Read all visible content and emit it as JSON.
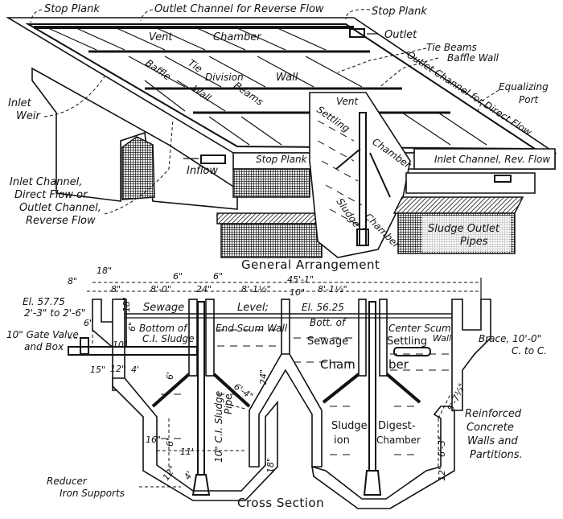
{
  "figure": {
    "top_caption": "General Arrangement",
    "bottom_caption": "Cross Section"
  },
  "general_arrangement": {
    "labels": {
      "stop_plank_left": "Stop Plank",
      "outlet_channel_reverse": "Outlet Channel for Reverse Flow",
      "stop_plank_right": "Stop Plank",
      "outlet": "Outlet",
      "tie_beams": "Tie Beams",
      "baffle_wall": "Baffle Wall",
      "outlet_channel_direct": "Outlet Channel for Direct Flow",
      "equalizing_port_1": "Equalizing",
      "equalizing_port_2": "Port",
      "vent": "Vent",
      "chamber": "Chamber",
      "baffle": "Baffle",
      "wall": "Wall",
      "tie": "Tie",
      "division": "Division",
      "division_wall": "Wall",
      "beams": "Beams",
      "inlet_weir_1": "Inlet",
      "inlet_weir_2": "Weir",
      "vent_right": "Vent",
      "settling": "Settling",
      "settling_chamber": "Chamber",
      "sludge": "Sludge",
      "sludge_chamber": "Chamber",
      "inflow": "Inflow",
      "stop_plank_front": "Stop Plank",
      "inlet_channel_rev": "Inlet Channel, Rev. Flow",
      "inlet_channel_block": [
        "Inlet Channel,",
        "Direct Flow or",
        "Outlet Channel,",
        "Reverse Flow"
      ],
      "sludge_outlet_1": "Sludge Outlet",
      "sludge_outlet_2": "Pipes"
    }
  },
  "cross_section": {
    "dimensions": {
      "d8in_left": "8\"",
      "d18in_top": "18\"",
      "d8in": "8\"",
      "d6in_a": "6\"",
      "d6in_b": "6\"",
      "d8_0": "8'-0\"",
      "d24in": "24\"",
      "d8_1half_a": "8'-1½\"",
      "d45_1": "45'-1\"",
      "d10in": "10\"",
      "d8_1half_b": "8'-1½\"",
      "d18in_v": "18\"",
      "d6in_v": "6\"",
      "d6in_v2": "6\"",
      "d10in_v": "10\"",
      "d15in": "15\"",
      "d12in": "12\"",
      "d4ft": "4'",
      "d6ft_v": "6'",
      "d6_4": "6'-4\"",
      "d24in_v": "24\"",
      "d16in": "16\"",
      "d6ft": "6'",
      "d11ft": "11'",
      "d12in_b": "12\"",
      "d4ft_b": "4'",
      "d18in_b": "18\"",
      "d5_7half": "5'-7½\"",
      "d6_3": "6'-3\"",
      "d12in_r": "12\""
    },
    "labels": {
      "el_5775": "El. 57.75",
      "range_2_3_to_2_6": "2'-3\" to 2'-6\"",
      "gate_valve_1": "10\" Gate Valve",
      "gate_valve_2": "and Box",
      "sewage": "Sewage",
      "level": "Level;",
      "el_5625": "El. 56.25",
      "bottom_of_1": "Bottom of",
      "bottom_of_2": "C.I. Sludge",
      "end_scum_wall": "End Scum Wall",
      "bott_of": "Bott. of",
      "sewage_2": "Sewage",
      "cham": "Cham",
      "ber": "ber",
      "center_scum": "Center Scum",
      "center_scum_wall": "Wall",
      "settling": "Settling",
      "brace_1": "Brace, 10'-0\"",
      "brace_2": "C. to C.",
      "sludge_pipe_1": "10\" C.I. Sludge",
      "sludge_pipe_2": "Pipe",
      "sludge": "Sludge",
      "ion": "ion",
      "digest": "Digest-",
      "digest_chamber": "Chamber",
      "reinforced_1": "Reinforced",
      "reinforced_2": "Concrete",
      "reinforced_3": "Walls and",
      "reinforced_4": "Partitions.",
      "reducer": "Reducer",
      "iron_supports": "Iron Supports"
    }
  }
}
